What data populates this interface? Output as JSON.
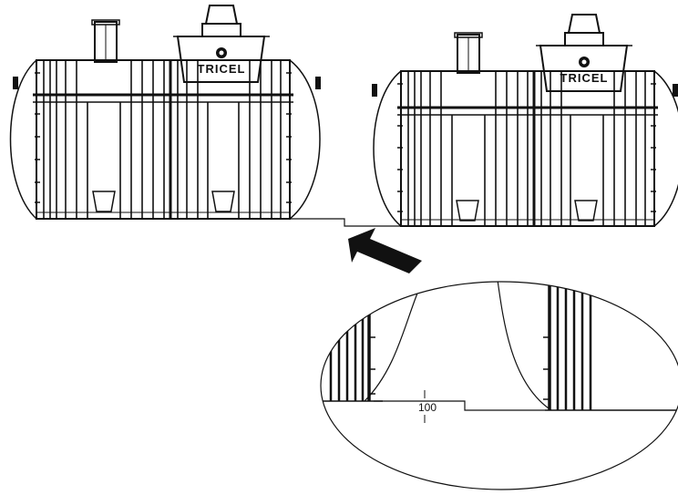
{
  "tanks": [
    {
      "brand": "TRICEL"
    },
    {
      "brand": "TRICEL"
    }
  ],
  "detail": {
    "gap_label": "100"
  },
  "colors": {
    "ink": "#111111",
    "background": "#ffffff"
  }
}
